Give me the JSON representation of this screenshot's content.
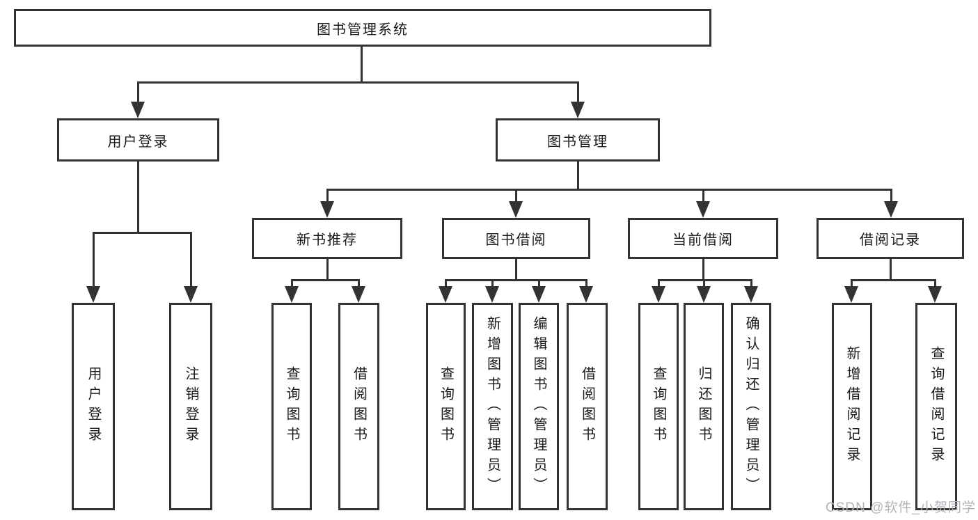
{
  "tree": {
    "label": "图书管理系统",
    "children": [
      {
        "label": "用户登录",
        "children": [
          {
            "label": "用户登录"
          },
          {
            "label": "注销登录"
          }
        ]
      },
      {
        "label": "图书管理",
        "children": [
          {
            "label": "新书推荐",
            "children": [
              {
                "label": "查询图书"
              },
              {
                "label": "借阅图书"
              }
            ]
          },
          {
            "label": "图书借阅",
            "children": [
              {
                "label": "查询图书"
              },
              {
                "label": "新增图书（管理员）"
              },
              {
                "label": "编辑图书（管理员）"
              },
              {
                "label": "借阅图书"
              }
            ]
          },
          {
            "label": "当前借阅",
            "children": [
              {
                "label": "查询图书"
              },
              {
                "label": "归还图书"
              },
              {
                "label": "确认归还（管理员）"
              }
            ]
          },
          {
            "label": "借阅记录",
            "children": [
              {
                "label": "新增借阅记录"
              },
              {
                "label": "查询借阅记录"
              }
            ]
          }
        ]
      }
    ]
  },
  "watermark": {
    "text": "CSDN @软件_小贺同学"
  },
  "colors": {
    "line": "#333333",
    "text": "#1a1a1a",
    "background": "#ffffff",
    "watermark": "#b0b3b7"
  }
}
